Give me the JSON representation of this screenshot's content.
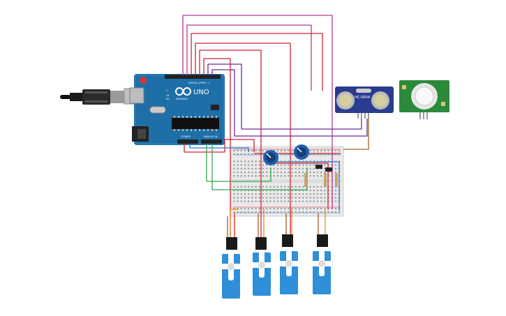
{
  "arduino": {
    "brand": "ARDUINO",
    "model": "UNO",
    "digital_header": "DIGITAL (PWM ~)",
    "power_header": "POWER",
    "analog_header": "ANALOG IN",
    "led_l": "L",
    "led_tx": "TX",
    "led_rx": "RX"
  },
  "ultrasonic": {
    "label": "HC-SR04"
  },
  "colors": {
    "arduino": "#1e6fa8",
    "wire_red": "#d0232f",
    "wire_magenta": "#b03a96",
    "wire_purple": "#6a2b9a",
    "wire_green": "#33a852",
    "wire_blue": "#2a78c9",
    "wire_brown": "#a0602a",
    "wire_orange": "#e88a1a",
    "servo": "#2f8fd8",
    "pir_board": "#2a8a3a",
    "breadboard": "#e9e9e9",
    "sonar_board": "#2a3c8f"
  },
  "icons": [
    "usb-cable-icon",
    "infinity-logo-icon",
    "potentiometer-knob-icon",
    "servo-horn-icon"
  ]
}
